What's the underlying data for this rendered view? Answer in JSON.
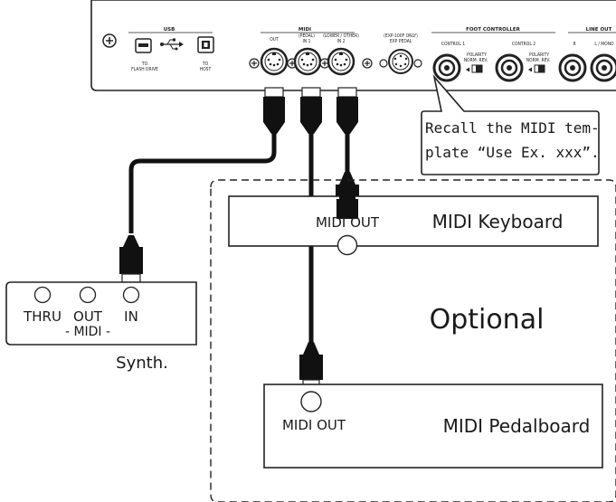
{
  "panel": {
    "usb": {
      "header": "USB",
      "flash_label_1": "TO",
      "flash_label_2": "FLASH DRIVE",
      "host_label_1": "TO",
      "host_label_2": "HOST"
    },
    "midi": {
      "header": "MIDI",
      "out_label": "OUT",
      "in1_label_1": "(PEDAL)",
      "in1_label_2": "IN 1",
      "in2_label_1": "(LOWER / OTHER)",
      "in2_label_2": "IN 2"
    },
    "exp": {
      "label_1": "(EXP-100F ONLY)",
      "label_2": "EXP PEDAL"
    },
    "foot": {
      "header": "FOOT CONTROLLER",
      "control1": "CONTROL 1",
      "control2": "CONTROL 2",
      "polarity": "POLARITY",
      "norm_rev": "NORM.  REV."
    },
    "line_out": {
      "header": "LINE OUT",
      "r": "R",
      "l_mono": "L / MONO"
    }
  },
  "callout": {
    "line1": "Recall the MIDI tem-",
    "line2": "plate “Use Ex. xxx”."
  },
  "synth": {
    "thru": "THRU",
    "out": "OUT",
    "in": "IN",
    "midi": "- MIDI -",
    "name": "Synth."
  },
  "optional": {
    "label": "Optional",
    "keyboard": {
      "name": "MIDI Keyboard",
      "port": "MIDI OUT"
    },
    "pedalboard": {
      "name": "MIDI Pedalboard",
      "port": "MIDI OUT"
    }
  }
}
